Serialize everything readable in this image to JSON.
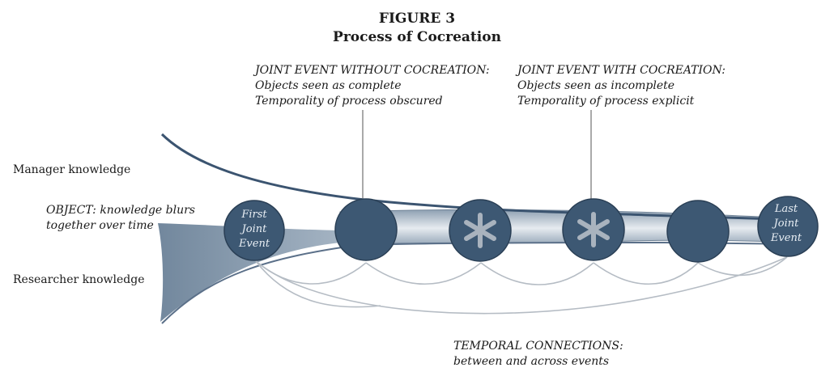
{
  "figure": {
    "number": "FIGURE 3",
    "title": "Process of Cocreation"
  },
  "labels": {
    "manager": "Manager knowledge",
    "object_line1": "OBJECT: knowledge blurs",
    "object_line2": "together over time",
    "researcher": "Researcher knowledge"
  },
  "annotations": {
    "without": {
      "heading": "JOINT EVENT WITHOUT COCREATION:",
      "line1": "Objects seen as complete",
      "line2": "Temporality of process obscured"
    },
    "with": {
      "heading": "JOINT EVENT WITH COCREATION:",
      "line1": "Objects seen as incomplete",
      "line2": "Temporality of process explicit"
    },
    "temporal": {
      "heading": "TEMPORAL CONNECTIONS:",
      "line1": "between and across events"
    }
  },
  "events": {
    "first": {
      "line1": "First",
      "line2": "Joint",
      "line3": "Event"
    },
    "last": {
      "line1": "Last",
      "line2": "Joint",
      "line3": "Event"
    }
  },
  "colors": {
    "event_fill": "#3d5873",
    "event_stroke": "#2a3f55",
    "band": "#7c8fa3",
    "connection": "#b5bcc4",
    "asterisk": "#a9b3be"
  }
}
